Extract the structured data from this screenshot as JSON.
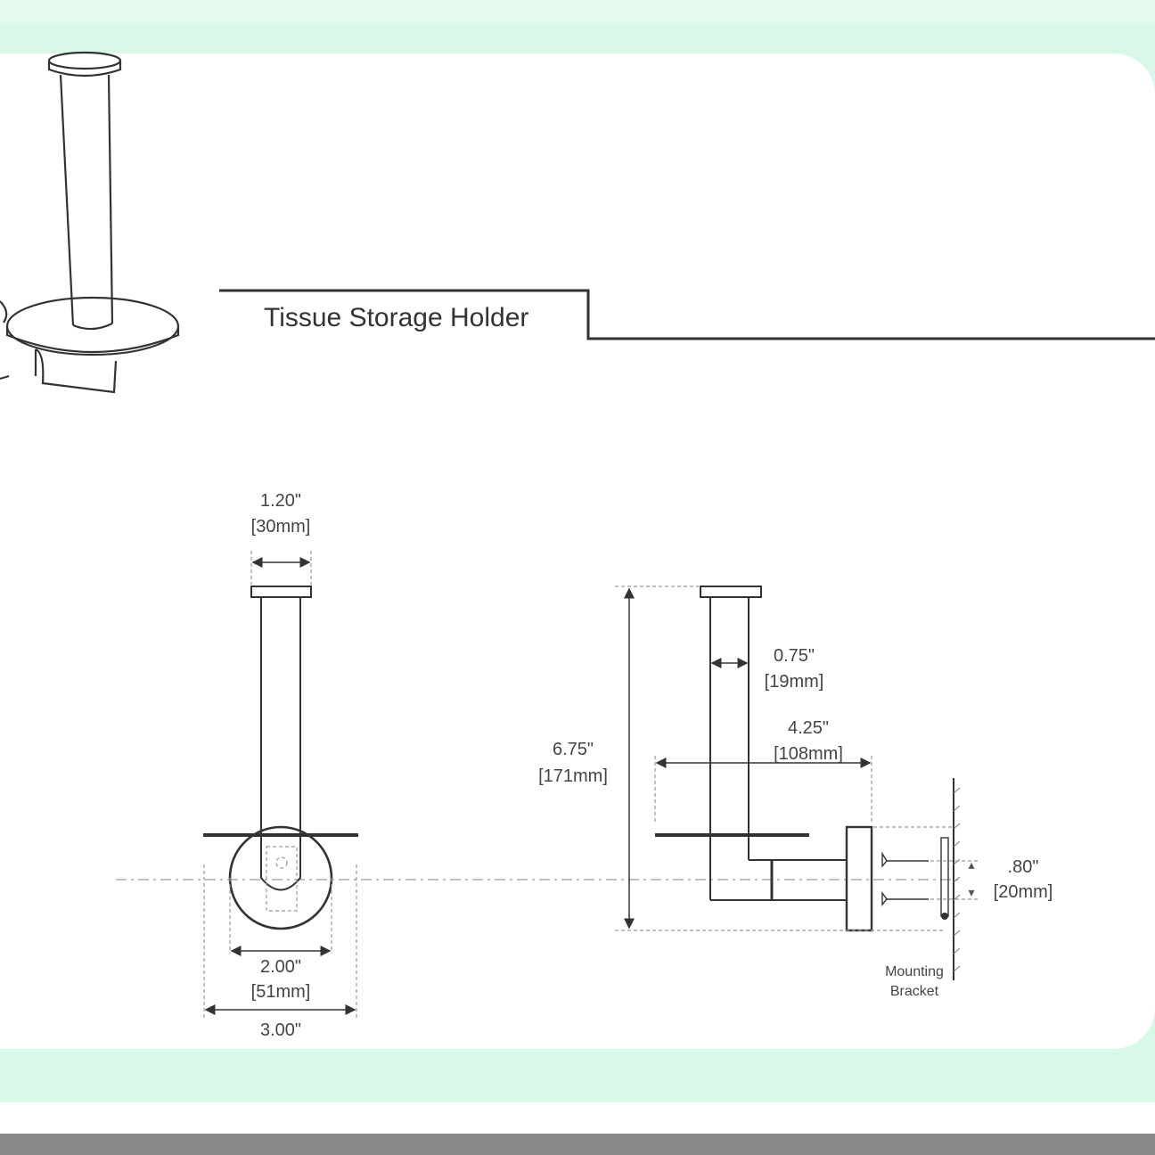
{
  "title": "Tissue Storage Holder",
  "front_view": {
    "top_width": "1.20\"",
    "top_width_mm": "[30mm]",
    "flange_inner": "2.00\"",
    "flange_inner_mm": "[51mm]",
    "flange_outer": "3.00\""
  },
  "side_view": {
    "height": "6.75\"",
    "height_mm": "[171mm]",
    "rod_diameter": "0.75\"",
    "rod_diameter_mm": "[19mm]",
    "projection": "4.25\"",
    "projection_mm": "[108mm]",
    "screw_spacing": ".80\"",
    "screw_spacing_mm": "[20mm]",
    "bracket_label_line1": "Mounting",
    "bracket_label_line2": "Bracket"
  },
  "colors": {
    "frame": "#d8f8e8",
    "line": "#333333",
    "dashed": "#9a9a9a",
    "footer": "#8a8a8a"
  }
}
